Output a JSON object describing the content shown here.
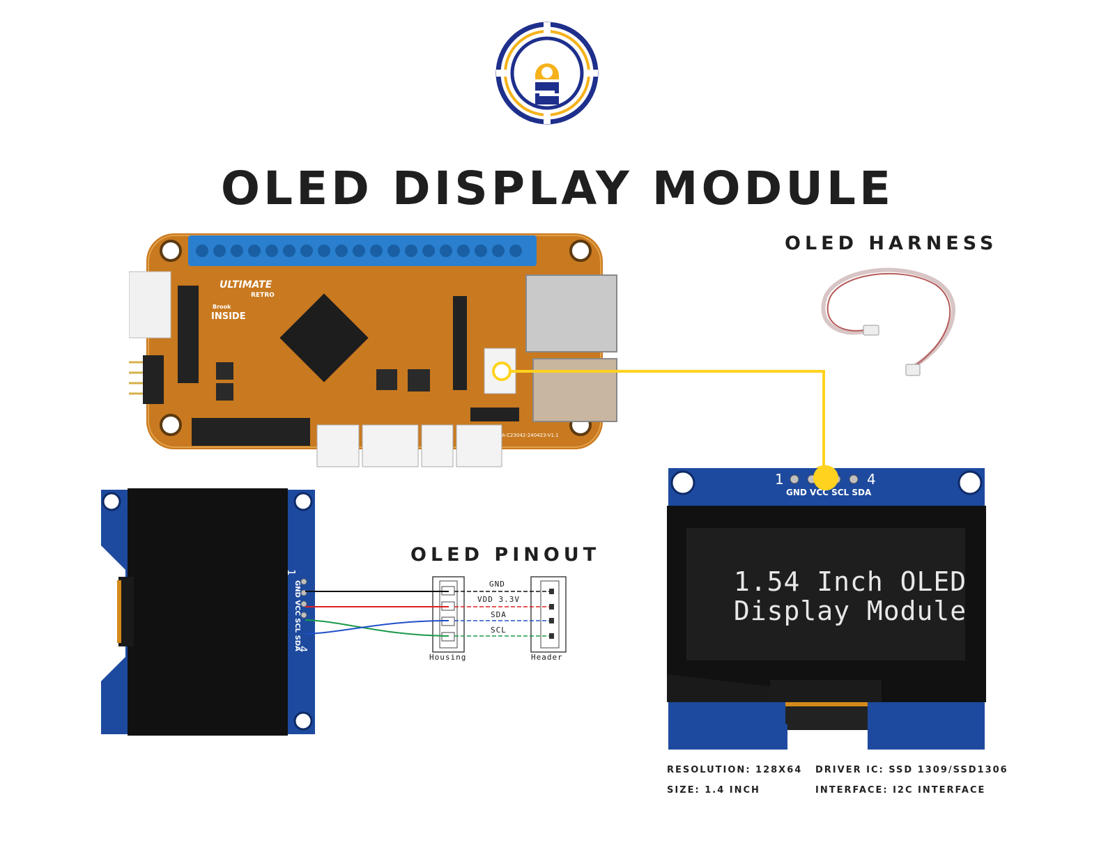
{
  "title": "OLED DISPLAY MODULE",
  "logo_icon": "qs-logo-icon",
  "harness": {
    "label": "OLED HARNESS"
  },
  "pinout": {
    "label": "OLED PINOUT",
    "signals": [
      "GND",
      "VDD 3.3V",
      "SDA",
      "SCL"
    ],
    "housing_label": "Housing",
    "header_label": "Header"
  },
  "left_module": {
    "pin_1": "1",
    "pin_4": "4",
    "pin_names": "GND VCC SCL SDA"
  },
  "right_module": {
    "pin_1": "1",
    "pin_4": "4",
    "pin_names": "GND VCC SCL SDA",
    "screen_line_1": "1.54 Inch OLED",
    "screen_line_2": "Display Module"
  },
  "board": {
    "brand_1": "ULTIMATE",
    "brand_2": "RETRO",
    "brand_3": "Brook",
    "brand_4": "INSIDE",
    "part_no": "A-C23042-240423-V1.1"
  },
  "specs": {
    "resolution": "RESOLUTION: 128X64",
    "size": "SIZE: 1.4 INCH",
    "driver": "DRIVER IC: SSD 1309/SSD1306",
    "interface": "INTERFACE: I2C INTERFACE"
  },
  "colors": {
    "logo_navy": "#1e2f8c",
    "logo_yellow": "#f5b21a",
    "pcb_orange": "#c9791f",
    "module_blue": "#1d4a9e",
    "connector_yellow": "#ffd21f",
    "wire_black": "#111111",
    "wire_red": "#e02020",
    "wire_green": "#1a9a4a",
    "wire_blue": "#2050c8"
  }
}
